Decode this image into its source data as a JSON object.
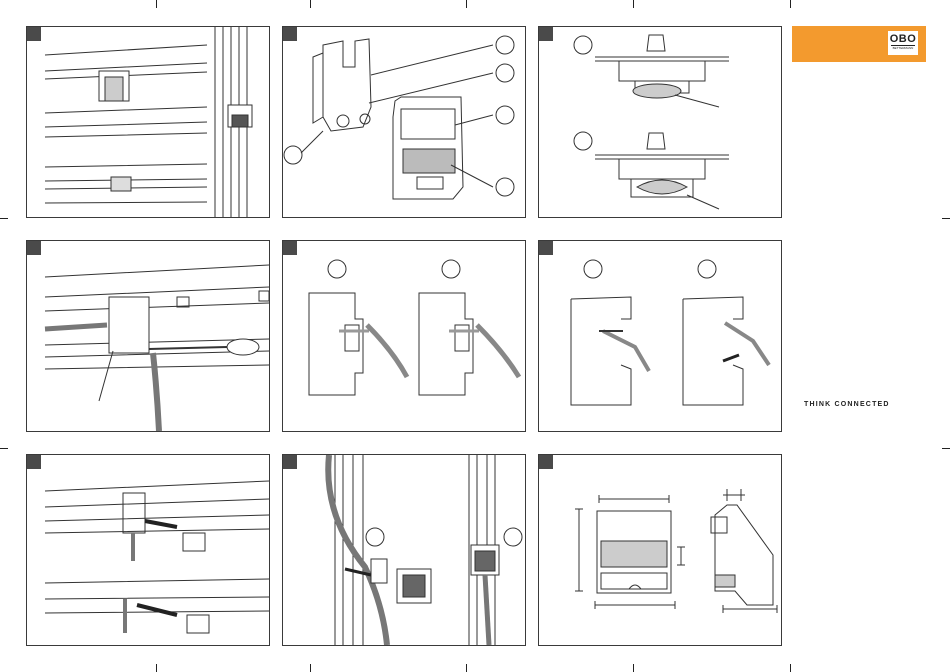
{
  "brand": {
    "logo_text": "OBO",
    "logo_subtext": "BETTERMANN",
    "tagline": "THINK CONNECTED",
    "accent_color": "#f39a2e",
    "marker_color": "#4a4a4a"
  },
  "panels": [
    {
      "id": "step-1",
      "icon": "rail-mounted-modules-illustration"
    },
    {
      "id": "step-2",
      "icon": "module-parts-exploded-illustration"
    },
    {
      "id": "step-3",
      "icon": "clamp-detail-illustration"
    },
    {
      "id": "step-4",
      "icon": "screwdriver-installation-illustration"
    },
    {
      "id": "step-5",
      "icon": "cable-routing-profile-illustration"
    },
    {
      "id": "step-6",
      "icon": "cable-removal-profile-illustration"
    },
    {
      "id": "step-7",
      "icon": "module-insertion-illustration"
    },
    {
      "id": "step-8",
      "icon": "vertical-rail-cable-illustration"
    },
    {
      "id": "step-9",
      "icon": "dimension-drawing-illustration"
    }
  ]
}
